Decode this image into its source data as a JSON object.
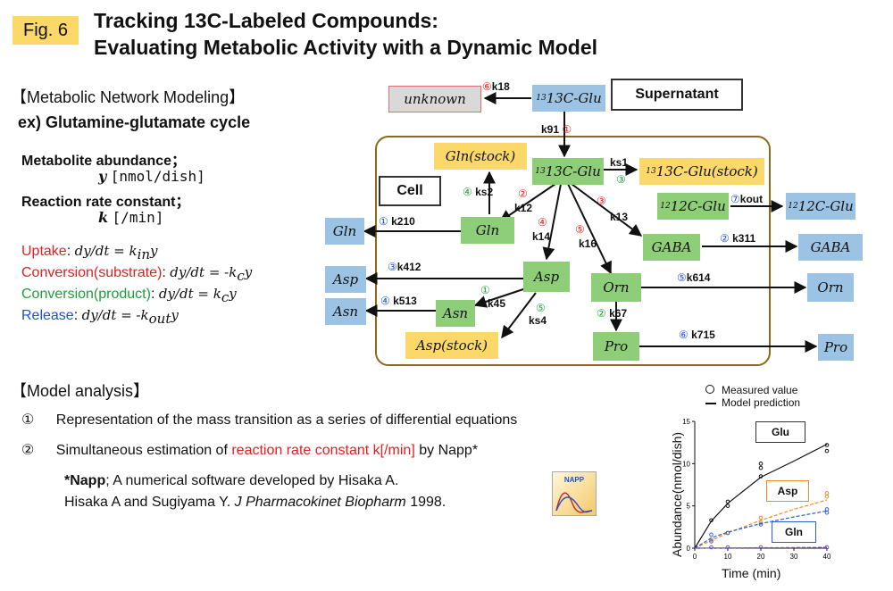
{
  "header": {
    "fig_label": "Fig. 6",
    "title_line1": "Tracking 13C-Labeled Compounds:",
    "title_line2": "Evaluating Metabolic Activity with a Dynamic Model"
  },
  "modeling": {
    "heading": "【Metabolic Network Modeling】",
    "example": "ex) Glutamine-glutamate cycle",
    "abundance_label": "Metabolite abundance；",
    "abundance_var": "y",
    "abundance_unit": "[nmol/dish]",
    "rate_label": "Reaction rate constant；",
    "rate_var": "k",
    "rate_unit": "[/min]",
    "equations": [
      {
        "label": "Uptake",
        "color": "#e02020",
        "eq": "dy/dt = k",
        "sub": "in",
        "tail": "y"
      },
      {
        "label": "Conversion(substrate)",
        "color": "#e02020",
        "eq": "dy/dt = -k",
        "sub": "c",
        "tail": "y"
      },
      {
        "label": "Conversion(product)",
        "color": "#1e9e3a",
        "eq": "dy/dt = k",
        "sub": "c",
        "tail": "y"
      },
      {
        "label": "Release",
        "color": "#1e4fd0",
        "eq": "dy/dt = -k",
        "sub": "out",
        "tail": "y"
      }
    ]
  },
  "diagram": {
    "nodes": {
      "unknown": "unknown",
      "glu13_top": "13C-Glu",
      "supernatant": "Supernatant",
      "cell": "Cell",
      "gln_stock": "Gln(stock)",
      "glu13_cell": "13C-Glu",
      "glu13_stock": "13C-Glu(stock)",
      "glu12_cell": "12C-Glu",
      "glu12_out": "12C-Glu",
      "gln_out": "Gln",
      "gln_cell": "Gln",
      "gaba_cell": "GABA",
      "gaba_out": "GABA",
      "asp_out": "Asp",
      "asp_cell": "Asp",
      "orn_cell": "Orn",
      "orn_out": "Orn",
      "asn_out": "Asn",
      "asn_cell": "Asn",
      "asp_stock": "Asp(stock)",
      "pro_cell": "Pro",
      "pro_out": "Pro"
    },
    "edges": {
      "k18": {
        "num": "⑥",
        "k": "k18"
      },
      "k91": {
        "num": "①",
        "k": "k91"
      },
      "ks1": {
        "num": "③",
        "k": "ks1"
      },
      "ks2": {
        "num": "④",
        "k": "ks2"
      },
      "k12": {
        "num": "②",
        "k": "k12"
      },
      "k13": {
        "num": "③",
        "k": "k13"
      },
      "k14": {
        "num": "④",
        "k": "k14"
      },
      "k16": {
        "num": "⑤",
        "k": "k16"
      },
      "kout": {
        "num": "⑦",
        "k": "kout"
      },
      "k210": {
        "num": "①",
        "k": "k210"
      },
      "k311": {
        "num": "②",
        "k": "k311"
      },
      "k412": {
        "num": "③",
        "k": "k412"
      },
      "k614": {
        "num": "⑤",
        "k": "k614"
      },
      "k513": {
        "num": "④",
        "k": "k513"
      },
      "k45": {
        "num": "①",
        "k": "k45"
      },
      "ks4": {
        "num": "⑤",
        "k": "ks4"
      },
      "k67": {
        "num": "②",
        "k": "k67"
      },
      "k715": {
        "num": "⑥",
        "k": "k715"
      }
    }
  },
  "analysis": {
    "heading": "【Model analysis】",
    "item1_num": "①",
    "item1": "Representation of the mass transition as a series of differential equations",
    "item2_num": "②",
    "item2_pre": "Simultaneous estimation of ",
    "item2_red": "reaction rate constant k[/min]",
    "item2_post": " by Napp*",
    "note_bold": "*Napp",
    "note_rest": "; A numerical software developed by Hisaka A.",
    "cite_pre": "Hisaka A and Sugiyama Y. ",
    "cite_journal": "J Pharmacokinet Biopharm",
    "cite_year": " 1998.",
    "logo_text": "NAPP"
  },
  "chart_data": {
    "type": "scatter",
    "xlabel": "Time (min)",
    "ylabel": "Abundance(nmol/dish)",
    "xlim": [
      0,
      40
    ],
    "ylim": [
      0,
      15
    ],
    "xticks": [
      0,
      10,
      20,
      30,
      40
    ],
    "yticks": [
      0,
      5,
      10,
      15
    ],
    "legend": [
      {
        "name": "Measured value",
        "marker": "circle"
      },
      {
        "name": "Model prediction",
        "marker": "line"
      }
    ],
    "series": [
      {
        "name": "Glu",
        "color": "#111111",
        "measured": [
          [
            5,
            3.3
          ],
          [
            10,
            5.0
          ],
          [
            10,
            5.5
          ],
          [
            20,
            8.5
          ],
          [
            20,
            9.5
          ],
          [
            20,
            10.0
          ],
          [
            40,
            11.5
          ],
          [
            40,
            12.2
          ]
        ],
        "model": [
          [
            0,
            0
          ],
          [
            5,
            3.2
          ],
          [
            10,
            5.3
          ],
          [
            20,
            8.4
          ],
          [
            30,
            10.3
          ],
          [
            40,
            12.3
          ]
        ]
      },
      {
        "name": "Asp",
        "color": "#f08a30",
        "measured": [
          [
            5,
            1.0
          ],
          [
            10,
            1.8
          ],
          [
            20,
            3.0
          ],
          [
            20,
            3.6
          ],
          [
            40,
            6.1
          ],
          [
            40,
            6.5
          ]
        ],
        "model": [
          [
            0,
            0
          ],
          [
            5,
            0.9
          ],
          [
            10,
            1.8
          ],
          [
            20,
            3.3
          ],
          [
            30,
            4.6
          ],
          [
            40,
            5.7
          ]
        ]
      },
      {
        "name": "Gln",
        "color": "#2c5fd6",
        "measured": [
          [
            5,
            0.8
          ],
          [
            5,
            1.6
          ],
          [
            10,
            1.8
          ],
          [
            20,
            2.8
          ],
          [
            40,
            4.2
          ],
          [
            40,
            4.6
          ]
        ],
        "model": [
          [
            0,
            0
          ],
          [
            5,
            1.2
          ],
          [
            10,
            1.9
          ],
          [
            20,
            2.9
          ],
          [
            30,
            3.7
          ],
          [
            40,
            4.4
          ]
        ]
      },
      {
        "name": "",
        "color": "#7a4fd0",
        "measured": [
          [
            5,
            0.1
          ],
          [
            10,
            0.1
          ],
          [
            20,
            0.1
          ],
          [
            40,
            0.1
          ]
        ],
        "model": [
          [
            0,
            0
          ],
          [
            40,
            0.1
          ]
        ]
      }
    ]
  }
}
